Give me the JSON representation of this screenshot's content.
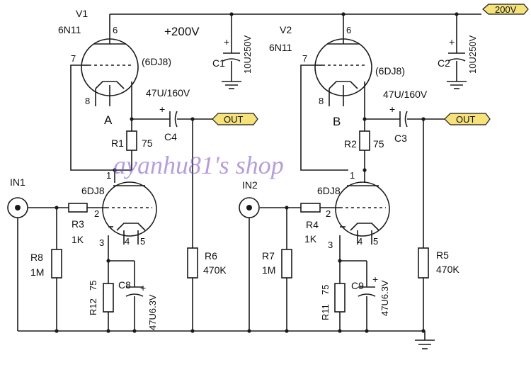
{
  "labels": {
    "v1": "V1",
    "v1_type": "6N11",
    "v1_alt": "(6DJ8)",
    "v2": "V2",
    "v2_type": "6N11",
    "v2_alt": "(6DJ8)",
    "supply": "+200V",
    "rail_tag": "200V",
    "out1": "OUT",
    "out2": "OUT",
    "in1": "IN1",
    "in2": "IN2",
    "tri_a": "A",
    "tri_b": "B",
    "tri_lower1": "6DJ8",
    "tri_lower2": "6DJ8",
    "watermark": "ayanhu81's shop"
  },
  "pins": {
    "v1_6": "6",
    "v1_7": "7",
    "v1_8": "8",
    "v2_6": "6",
    "v2_7": "7",
    "v2_8": "8",
    "l1_1": "1",
    "l1_2": "2",
    "l1_3": "3",
    "l1_4": "4",
    "l1_5": "5",
    "l2_1": "1",
    "l2_2": "2",
    "l2_3": "3",
    "l2_4": "4",
    "l2_5": "5"
  },
  "components": {
    "c1": {
      "ref": "C1",
      "value": "10U250V"
    },
    "c2": {
      "ref": "C2",
      "value": "10U250V"
    },
    "c4": {
      "ref": "C4",
      "value": "47U/160V"
    },
    "c3": {
      "ref": "C3",
      "value": "47U/160V"
    },
    "c8": {
      "ref": "C8",
      "value": "47U6.3V"
    },
    "c9": {
      "ref": "C9",
      "value": "47U6.3V"
    },
    "r1": {
      "ref": "R1",
      "value": "75"
    },
    "r2": {
      "ref": "R2",
      "value": "75"
    },
    "r3": {
      "ref": "R3",
      "value": "1K"
    },
    "r4": {
      "ref": "R4",
      "value": "1K"
    },
    "r5": {
      "ref": "R5",
      "value": "470K"
    },
    "r6": {
      "ref": "R6",
      "value": "470K"
    },
    "r7": {
      "ref": "R7",
      "value": "1M"
    },
    "r8": {
      "ref": "R8",
      "value": "1M"
    },
    "r11": {
      "ref": "R11",
      "value": "75"
    },
    "r12": {
      "ref": "R12",
      "value": "75"
    }
  },
  "signs": {
    "plus": "+"
  },
  "colors": {
    "tag_fill": "#f6e27a",
    "watermark": "#7a4fc0",
    "wire": "#1a1a1a"
  }
}
